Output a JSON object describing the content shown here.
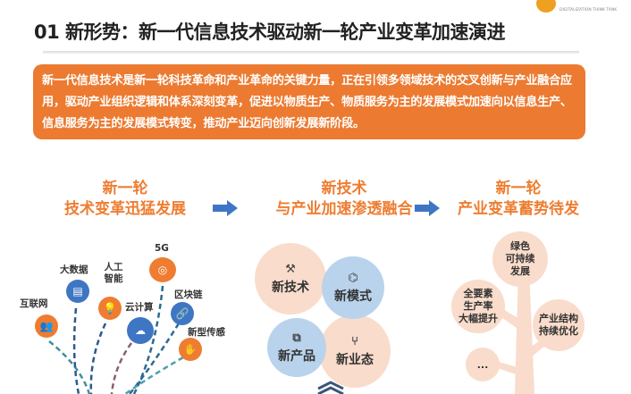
{
  "logo": {
    "subtitle": "DIGITALIZATION THINK TANK"
  },
  "title": "01 新形势：新一代信息技术驱动新一轮产业变革加速演进",
  "intro": "新一代信息技术是新一轮科技革命和产业革命的关键力量，正在引领多领域技术的交叉创新与产业融合应用，驱动产业组织逻辑和体系深刻变革，促进以物质生产、物质服务为主的发展模式加速向以信息生产、信息服务为主的发展模式转变，推动产业迈向创新发展新阶段。",
  "columns": [
    {
      "line1": "新一轮",
      "line2": "技术变革迅猛发展"
    },
    {
      "line1": "新技术",
      "line2": "与产业加速渗透融合"
    },
    {
      "line1": "新一轮",
      "line2": "产业变革蓄势待发"
    }
  ],
  "tech": [
    {
      "label": "互联网",
      "icon": "people-icon"
    },
    {
      "label": "大数据",
      "icon": "database-icon"
    },
    {
      "label": "人工智能",
      "icon": "lightbulb-icon"
    },
    {
      "label": "云计算",
      "icon": "cloud-icon"
    },
    {
      "label": "5G",
      "icon": "signal-icon"
    },
    {
      "label": "区块链",
      "icon": "link-icon"
    },
    {
      "label": "新型传感",
      "icon": "sensor-icon"
    }
  ],
  "fusion": [
    {
      "label": "新技术",
      "icon": "tools-icon"
    },
    {
      "label": "新模式",
      "icon": "network-icon"
    },
    {
      "label": "新产品",
      "icon": "devices-icon"
    },
    {
      "label": "新业态",
      "icon": "branch-icon"
    }
  ],
  "tree": [
    {
      "label": "绿色\n可持续\n发展"
    },
    {
      "label": "全要素\n生产率\n大幅提升"
    },
    {
      "label": "产业结构\n持续优化"
    },
    {
      "label": "..."
    }
  ],
  "colors": {
    "orange": "#ec7a30",
    "blue": "#3f76c4",
    "peach": "#f9dccb",
    "lightblue": "#b9d3ec"
  }
}
